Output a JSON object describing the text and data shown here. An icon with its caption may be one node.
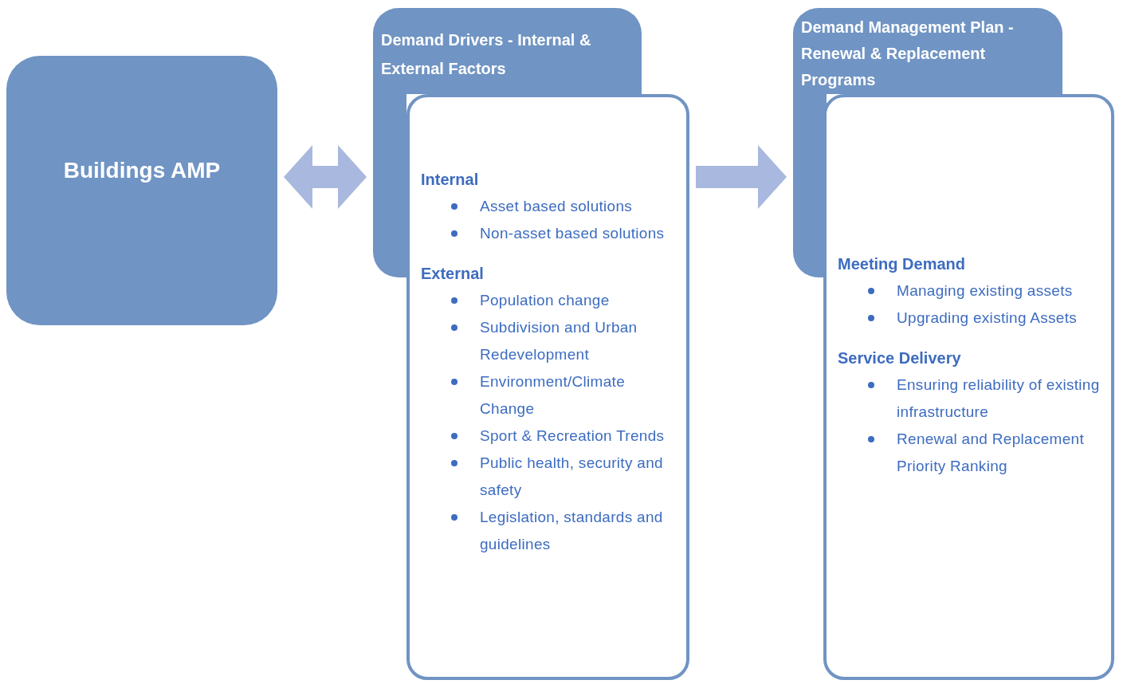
{
  "diagram": {
    "nodes": [
      {
        "text": [
          "Buildings AMP"
        ]
      },
      {
        "text": [
          "Demand Drivers - Internal & External Factors"
        ]
      },
      {
        "text": [
          "Internal",
          "Asset based solutions",
          "Non-asset based solutions",
          "External",
          "Population change",
          "Subdivision and Urban Redevelopment",
          "Environment/Climate Change",
          "Sport & Recreation Trends",
          "Public health, security and safety",
          "Legislation, standards and guidelines"
        ]
      },
      {
        "text": [
          "Demand Management Plan - Renewal & Replacement Programs"
        ]
      },
      {
        "text": [
          "Meeting Demand",
          "Managing existing assets",
          "Upgrading existing Assets",
          "Service Delivery",
          "Ensuring reliability of existing infrastructure",
          "Renewal and Replacement Priority Ranking"
        ]
      }
    ],
    "edges": [
      {
        "from": 0,
        "to": 1,
        "arrow": "both",
        "style": "thick"
      },
      {
        "from": 2,
        "to": 3,
        "arrow": "to",
        "style": "thick"
      }
    ]
  }
}
